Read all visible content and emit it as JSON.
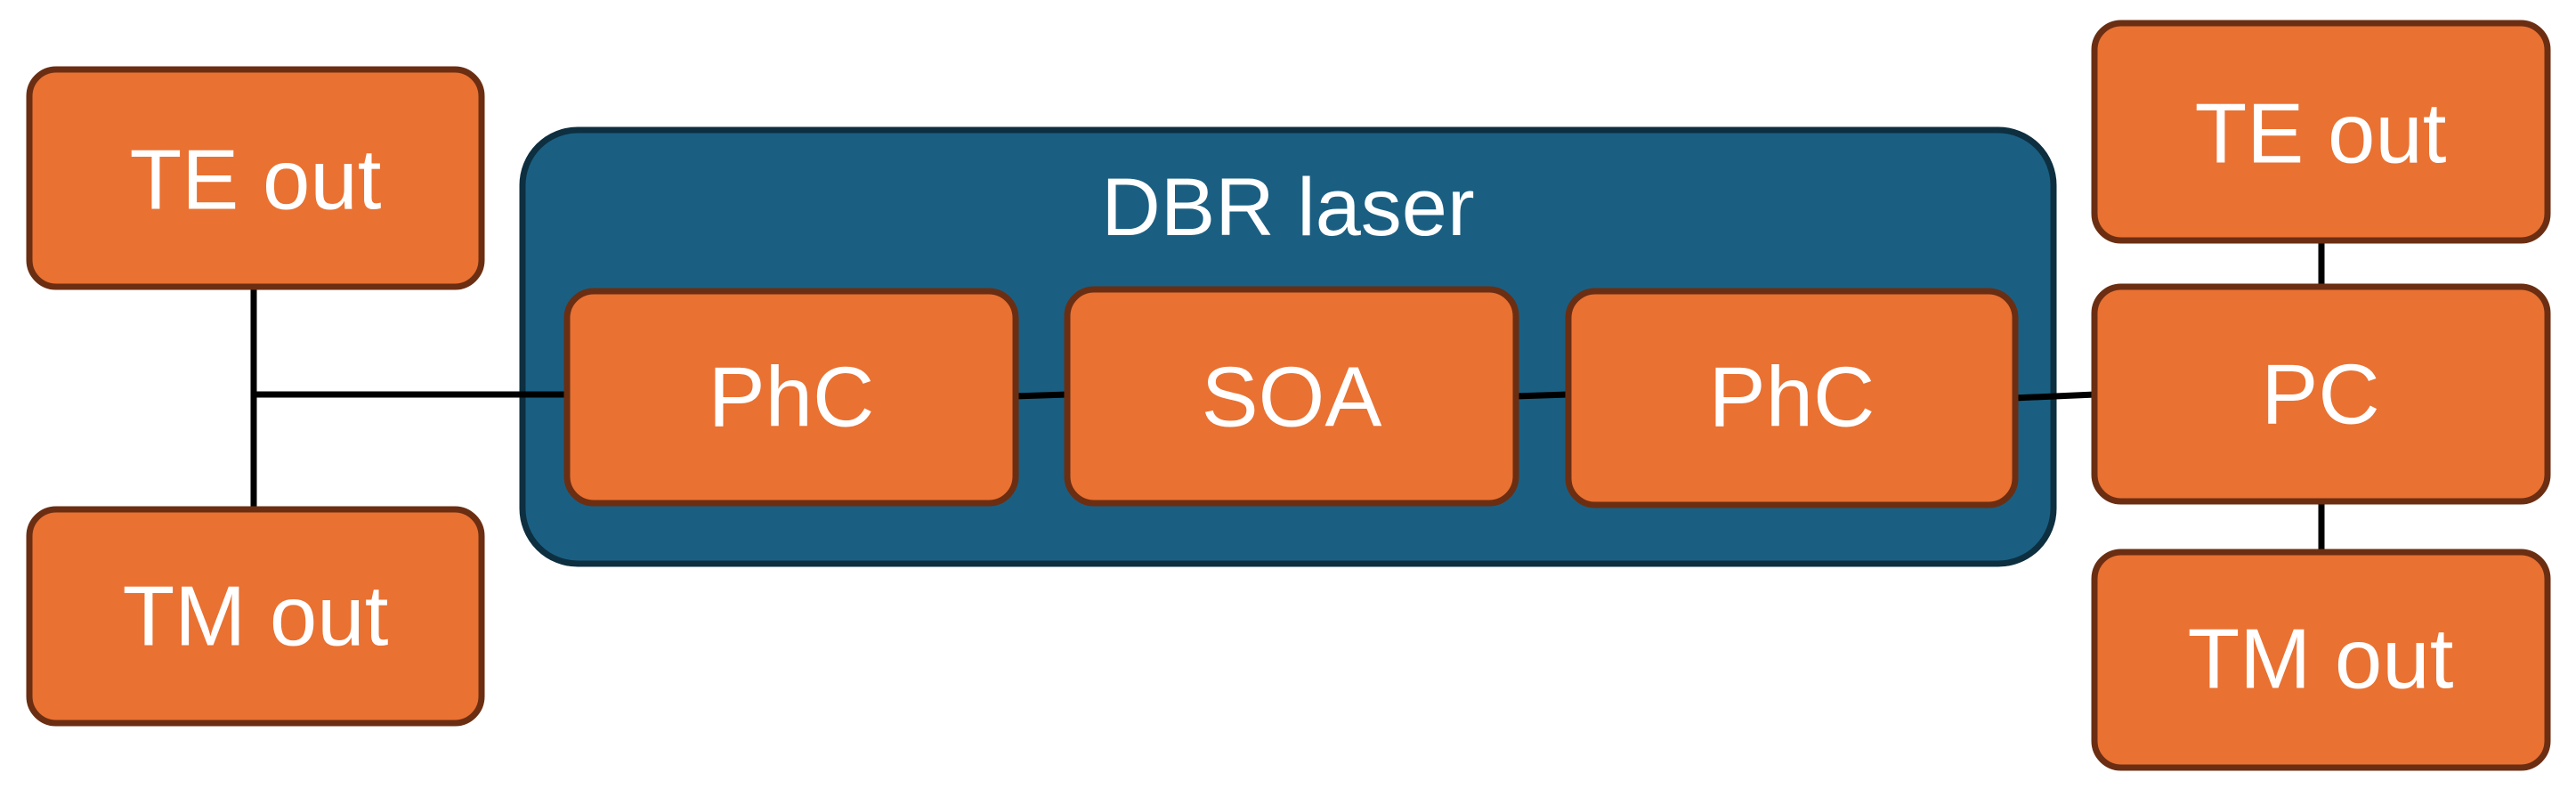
{
  "colors": {
    "orange_fill": "#E97132",
    "orange_border": "#6B2E12",
    "blue_fill": "#1A5F82",
    "blue_border": "#0D2F40",
    "line": "#000000",
    "text": "#FFFFFF"
  },
  "left": {
    "te_out": "TE out",
    "tm_out": "TM out"
  },
  "laser": {
    "title": "DBR laser",
    "phc_left": "PhC",
    "soa": "SOA",
    "phc_right": "PhC"
  },
  "right": {
    "te_out": "TE out",
    "pc": "PC",
    "tm_out": "TM out"
  }
}
